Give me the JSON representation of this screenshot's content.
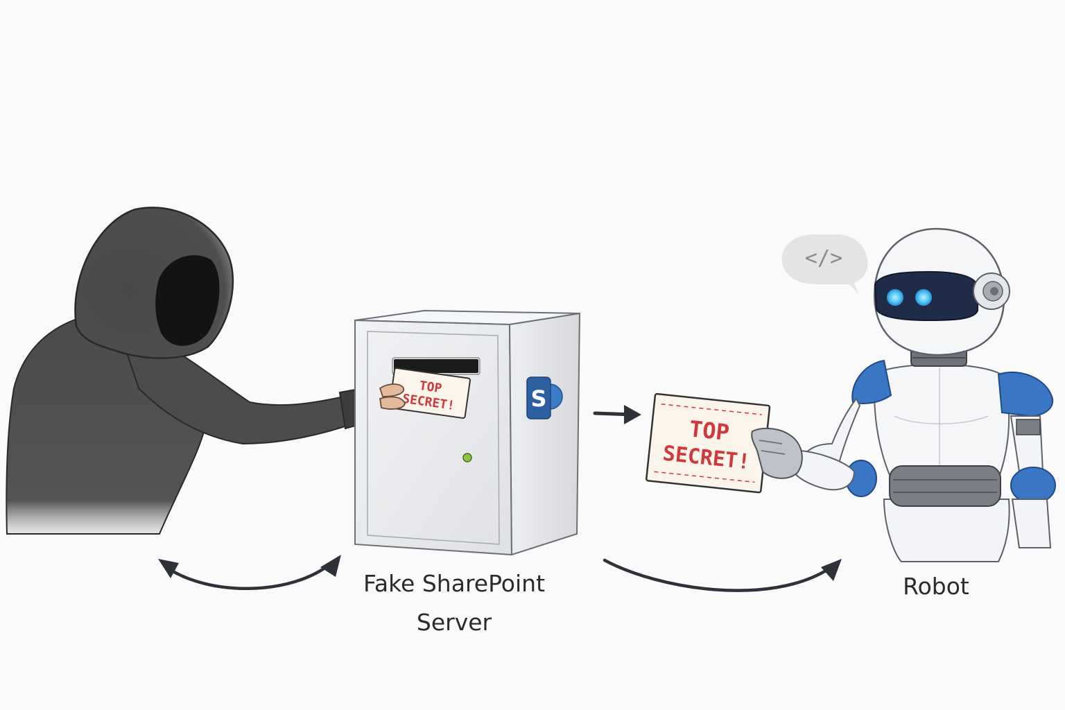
{
  "labels": {
    "server": [
      "Fake SharePoint",
      "Server"
    ],
    "robot": "Robot"
  },
  "cards": {
    "large": [
      "TOP",
      "SECRET!"
    ],
    "small": [
      "TOP",
      "SECRET!"
    ]
  },
  "speech_bubble": "</>",
  "server_logo": "S",
  "colors": {
    "secret_red": "#d0393b",
    "robot_blue": "#3a76c4",
    "sharepoint_blue": "#2e5f9e",
    "hoodie": "#4a4848",
    "arrow": "#2f3138",
    "led_green": "#8cc63f"
  }
}
